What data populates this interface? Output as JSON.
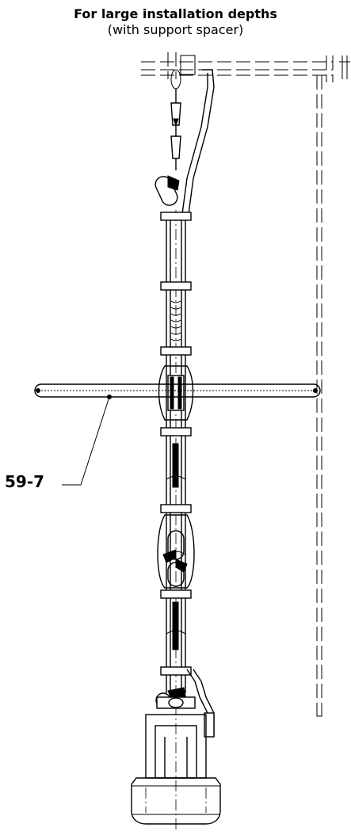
{
  "heading": {
    "title": "For large installation depths",
    "subtitle": "(with support spacer)"
  },
  "callout": {
    "label": "59-7"
  }
}
